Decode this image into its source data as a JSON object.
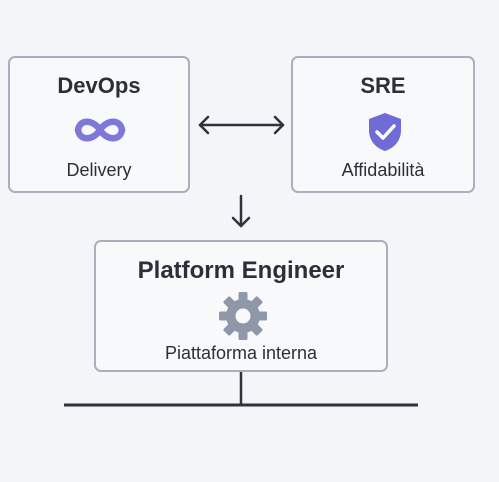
{
  "nodes": {
    "devops": {
      "title": "DevOps",
      "label": "Delivery",
      "icon": "infinity-icon"
    },
    "sre": {
      "title": "SRE",
      "label": "Affidabilità",
      "icon": "shield-check-icon"
    },
    "platform": {
      "title": "Platform Engineer",
      "label": "Piattaforma interna",
      "icon": "gear-icon"
    }
  },
  "colors": {
    "background": "#f4f5f8",
    "box_border": "#a9afbd",
    "text": "#2b2f38",
    "infinity": "#7e79d8",
    "shield": "#6f6cd6",
    "gear": "#9097a8",
    "line": "#2f333b"
  }
}
